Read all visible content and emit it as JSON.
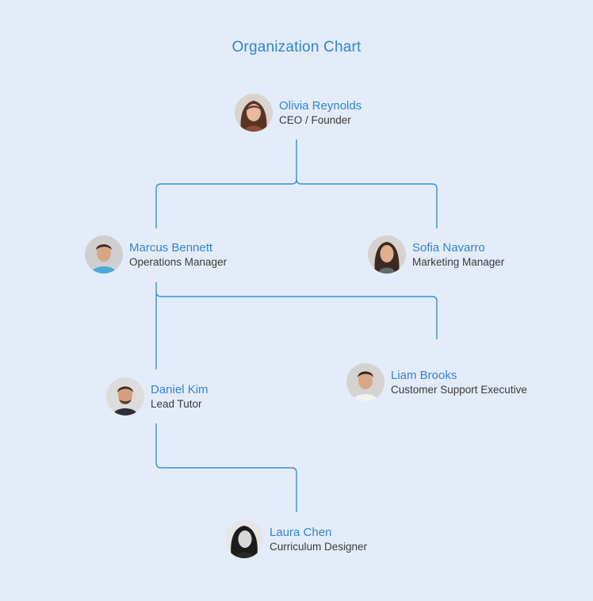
{
  "title": "Organization Chart",
  "colors": {
    "background": "#e4ecfa",
    "accent": "#2f86d2",
    "connector": "#3a8fd4",
    "role_text": "#3b3b3b"
  },
  "people": [
    {
      "id": "olivia-reynolds",
      "name": "Olivia Reynolds",
      "role": "CEO / Founder",
      "avatar_icon": "woman-portrait-icon",
      "reports_to": null
    },
    {
      "id": "marcus-bennett",
      "name": "Marcus Bennett",
      "role": "Operations Manager",
      "avatar_icon": "man-portrait-icon",
      "reports_to": "olivia-reynolds"
    },
    {
      "id": "sofia-navarro",
      "name": "Sofia Navarro",
      "role": "Marketing Manager",
      "avatar_icon": "woman-portrait-icon",
      "reports_to": "olivia-reynolds"
    },
    {
      "id": "daniel-kim",
      "name": "Daniel Kim",
      "role": "Lead Tutor",
      "avatar_icon": "man-portrait-icon",
      "reports_to": "marcus-bennett"
    },
    {
      "id": "liam-brooks",
      "name": "Liam Brooks",
      "role": "Customer Support Executive",
      "avatar_icon": "man-portrait-icon",
      "reports_to": "marcus-bennett"
    },
    {
      "id": "laura-chen",
      "name": "Laura Chen",
      "role": "Curriculum Designer",
      "avatar_icon": "woman-portrait-icon",
      "reports_to": "daniel-kim"
    }
  ]
}
